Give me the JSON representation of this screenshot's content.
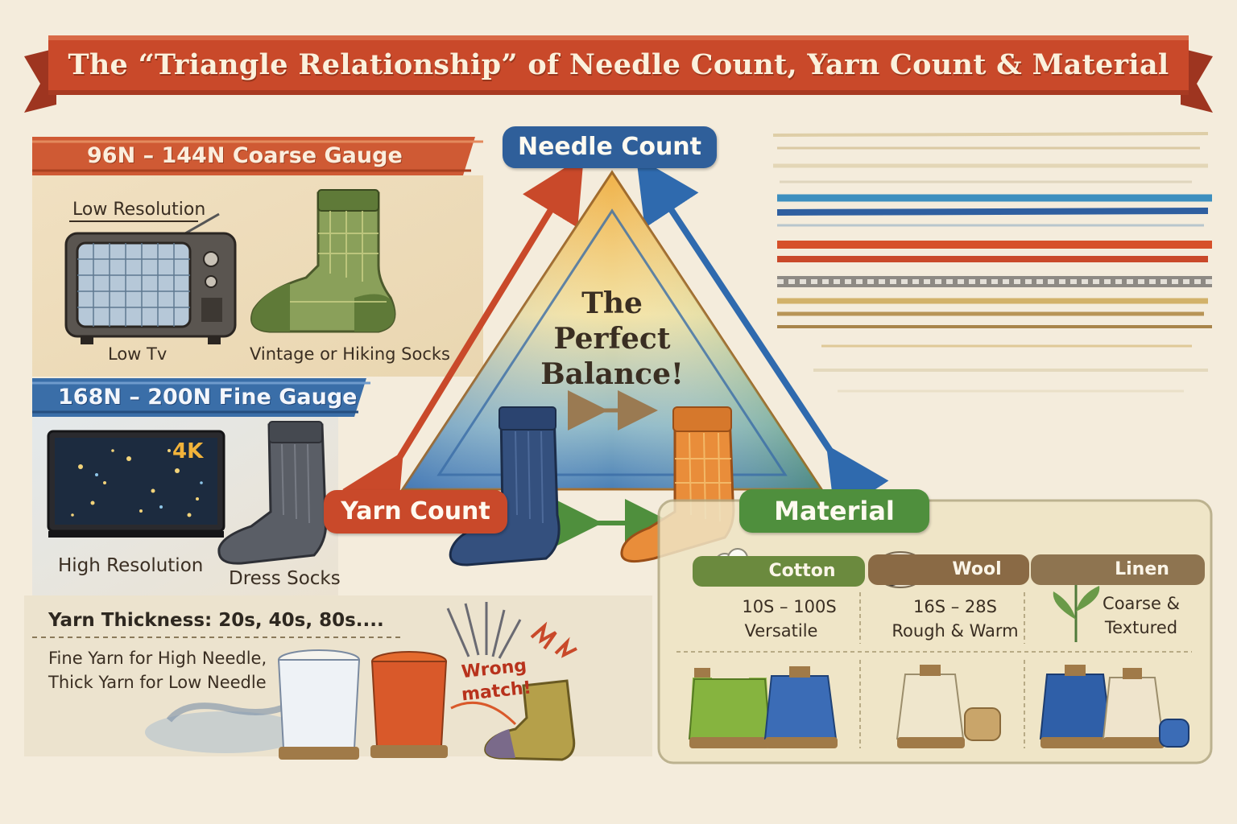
{
  "title": "The “Triangle Relationship” of Needle Count, Yarn Count & Material",
  "coarse": {
    "banner": "96N – 144N Coarse Gauge",
    "tv_label": "Low Resolution",
    "tv_caption": "Low Tv",
    "sock_caption": "Vintage or Hiking Socks"
  },
  "fine": {
    "banner": "168N – 200N Fine Gauge",
    "tv_badge": "4K",
    "tv_caption": "High Resolution",
    "sock_caption": "Dress Socks"
  },
  "triangle": {
    "top": "Needle Count",
    "left": "Yarn Count",
    "right": "Material",
    "center_lines": [
      "The",
      "Perfect",
      "Balance!"
    ]
  },
  "yarn_thickness": {
    "heading": "Yarn Thickness: 20s, 40s, 80s....",
    "line1": "Fine Yarn for High Needle,",
    "line2": "Thick Yarn for Low Needle",
    "warning_line1": "Wrong",
    "warning_line2": "match!"
  },
  "materials": [
    {
      "name": "Cotton",
      "line1": "10S – 100S",
      "line2": "Versatile"
    },
    {
      "name": "Wool",
      "line1": "16S – 28S",
      "line2": "Rough & Warm"
    },
    {
      "name": "Linen",
      "line1": "Coarse &",
      "line2": "Textured"
    }
  ],
  "colors": {
    "ribbon": "#c9492a",
    "needle": "#2f5f9a",
    "yarn": "#c9492a",
    "material": "#4f8f3d",
    "paper": "#f4ecdc"
  }
}
